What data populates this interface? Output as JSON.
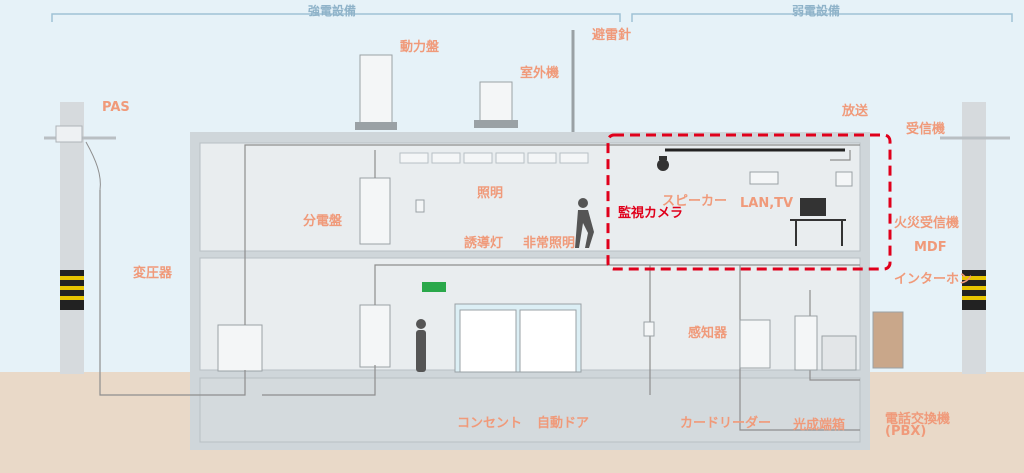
{
  "groups": {
    "strong": "強電設備",
    "weak": "弱電設備"
  },
  "labels": {
    "pas": "PAS",
    "doryoku": "動力盤",
    "shitsugai": "室外機",
    "hiraishin": "避雷針",
    "housou": "放送",
    "jushinki": "受信機",
    "shoumei": "照明",
    "bundenban": "分電盤",
    "speaker": "スピーカー",
    "kanshi_camera": "監視カメラ",
    "lan_tv": "LAN,TV",
    "kasai": "火災受信機",
    "mdf": "MDF",
    "intercom": "インターホン",
    "henatsuki": "変圧器",
    "yuudoutou": "誘導灯",
    "hijou": "非常照明",
    "kanchiki": "感知器",
    "concent": "コンセント",
    "jidou_door": "自動ドア",
    "card_reader": "カードリーダー",
    "hikari": "光成端箱",
    "pbx1": "電話交換機",
    "pbx2": "(PBX)"
  },
  "colors": {
    "sky": "#e6f2f8",
    "ground": "#e9d9c8",
    "building": "#cfd6da",
    "line": "#8e8e8e",
    "label": "#f09a7a",
    "highlight": "#e0001b",
    "group": "#8fb3c9"
  },
  "icons": {
    "camera": "dome-camera-icon",
    "person": "person-icon",
    "exit_sign": "exit-sign-icon"
  }
}
